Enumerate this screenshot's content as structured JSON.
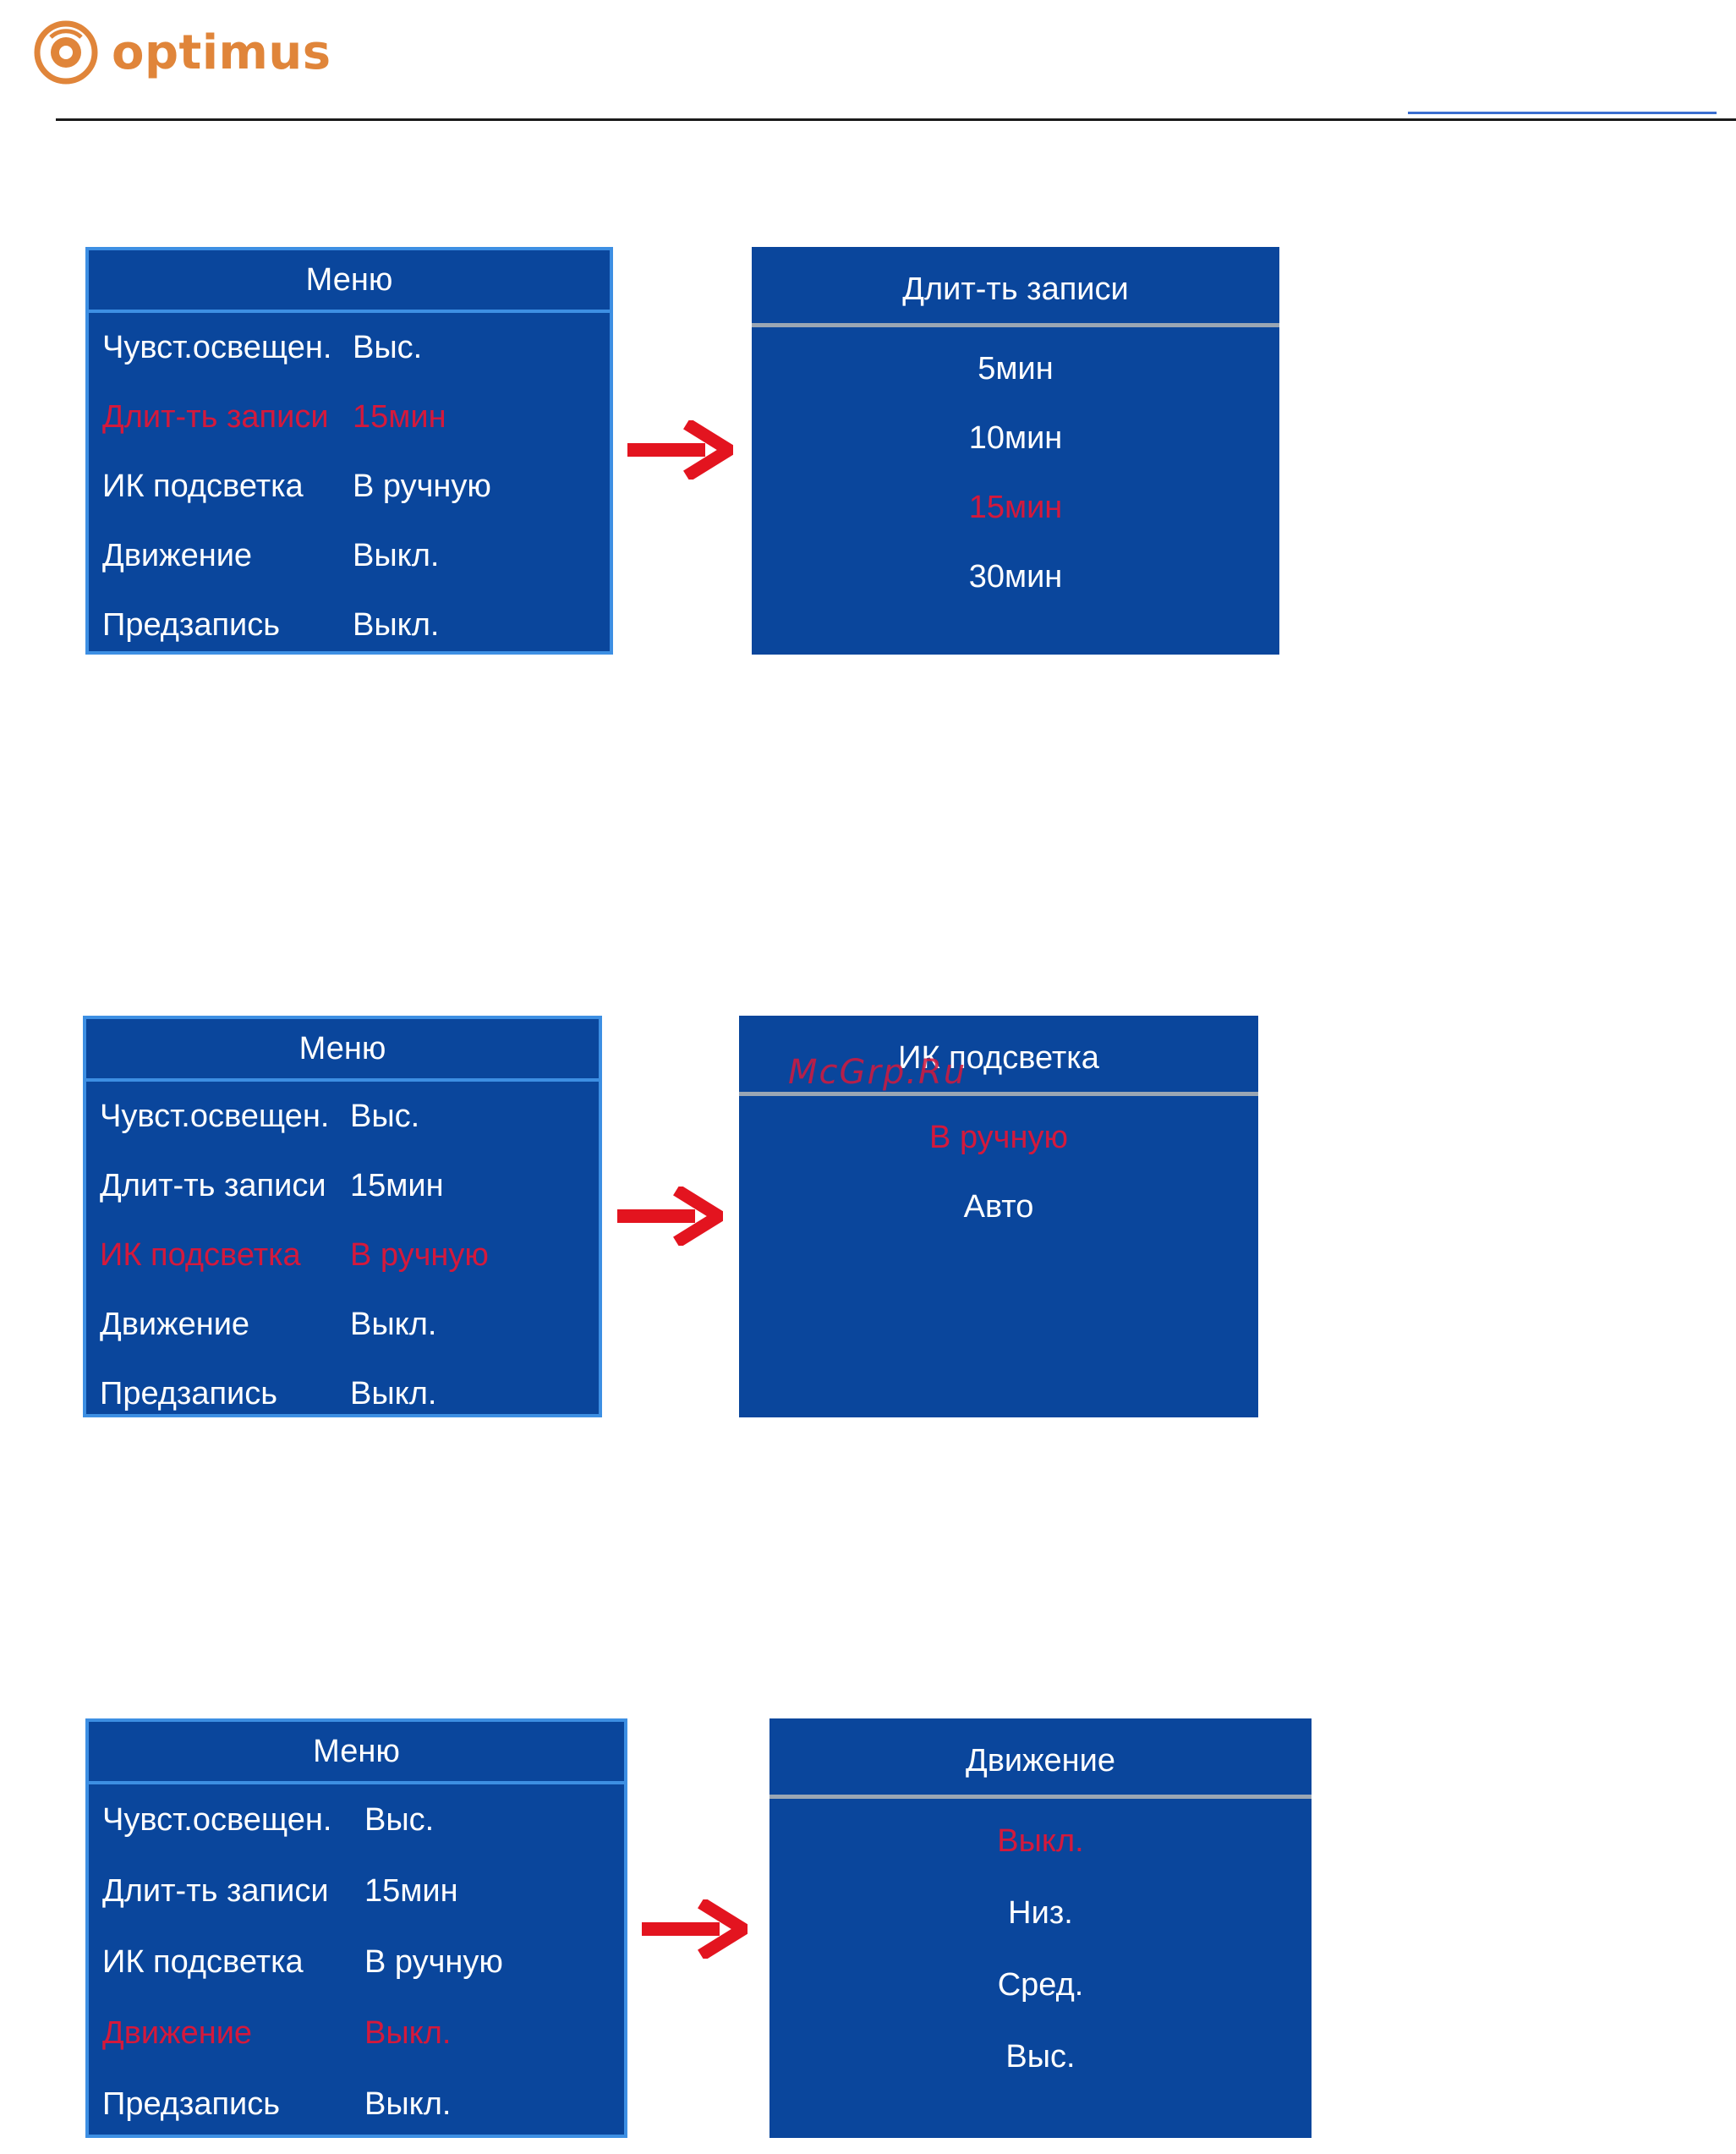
{
  "header": {
    "brand": "optimus",
    "brand_color": "#e0853a",
    "logo_icon": "optimus-logo-icon"
  },
  "colors": {
    "panel": "#0a469c",
    "menu_border": "#3d8fe3",
    "selected_text": "#d4193c",
    "arrow": "#e3141f"
  },
  "sections": [
    {
      "menu": {
        "title": "Меню",
        "rows": [
          {
            "label": "Чувст.освещен.",
            "value": "Выс.",
            "selected": false
          },
          {
            "label": "Длит-ть записи",
            "value": "15мин",
            "selected": true
          },
          {
            "label": "ИК подсветка",
            "value": "В ручную",
            "selected": false
          },
          {
            "label": "Движение",
            "value": "Выкл.",
            "selected": false
          },
          {
            "label": "Предзапись",
            "value": "Выкл.",
            "selected": false
          }
        ]
      },
      "submenu": {
        "title": "Длит-ть записи",
        "options": [
          {
            "label": "5мин",
            "selected": false
          },
          {
            "label": "10мин",
            "selected": false
          },
          {
            "label": "15мин",
            "selected": true
          },
          {
            "label": "30мин",
            "selected": false
          }
        ]
      }
    },
    {
      "menu": {
        "title": "Меню",
        "rows": [
          {
            "label": "Чувст.освещен.",
            "value": "Выс.",
            "selected": false
          },
          {
            "label": "Длит-ть записи",
            "value": "15мин",
            "selected": false
          },
          {
            "label": "ИК подсветка",
            "value": "В ручную",
            "selected": true
          },
          {
            "label": "Движение",
            "value": "Выкл.",
            "selected": false
          },
          {
            "label": "Предзапись",
            "value": "Выкл.",
            "selected": false
          }
        ]
      },
      "submenu": {
        "title": "ИК подсветка",
        "options": [
          {
            "label": "В ручную",
            "selected": true
          },
          {
            "label": "Авто",
            "selected": false
          }
        ]
      }
    },
    {
      "menu": {
        "title": "Меню",
        "rows": [
          {
            "label": "Чувст.освещен.",
            "value": "Выс.",
            "selected": false
          },
          {
            "label": "Длит-ть записи",
            "value": "15мин",
            "selected": false
          },
          {
            "label": "ИК подсветка",
            "value": "В ручную",
            "selected": false
          },
          {
            "label": "Движение",
            "value": "Выкл.",
            "selected": true
          },
          {
            "label": "Предзапись",
            "value": "Выкл.",
            "selected": false
          }
        ]
      },
      "submenu": {
        "title": "Движение",
        "options": [
          {
            "label": "Выкл.",
            "selected": true
          },
          {
            "label": "Низ.",
            "selected": false
          },
          {
            "label": "Сред.",
            "selected": false
          },
          {
            "label": "Выс.",
            "selected": false
          }
        ]
      }
    }
  ],
  "watermark": "McGrp.Ru"
}
